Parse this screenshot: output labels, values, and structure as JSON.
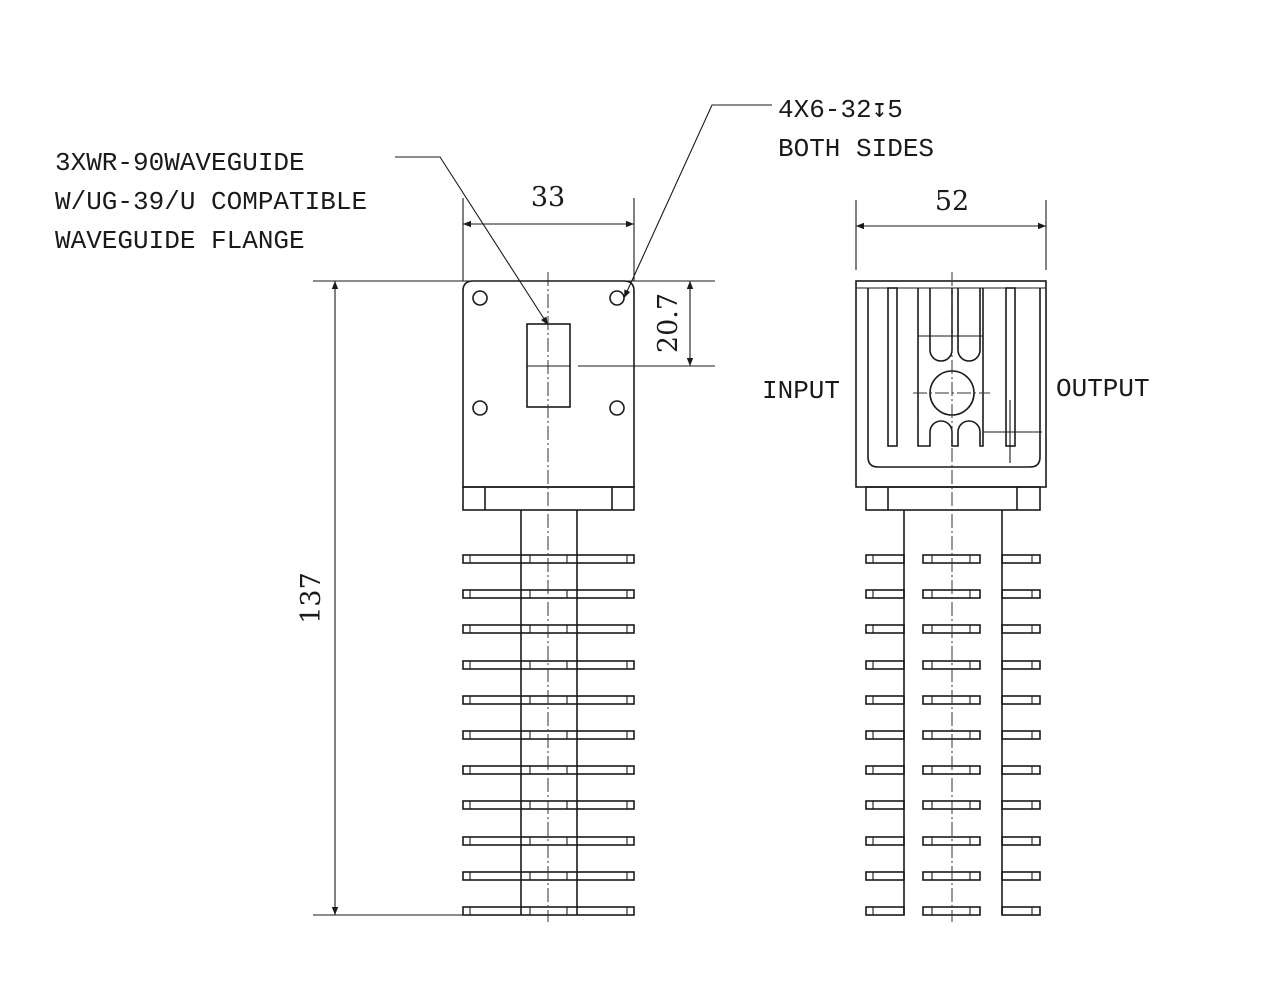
{
  "callouts": {
    "waveguide": [
      "3XWR-90WAVEGUIDE",
      "W/UG-39/U COMPATIBLE",
      "WAVEGUIDE FLANGE"
    ],
    "holes": [
      "4X6-32↧5",
      "BOTH SIDES"
    ]
  },
  "dimensions": {
    "front_width": "33",
    "flange_offset": "20.7",
    "overall_height": "137",
    "side_width": "52"
  },
  "ports": {
    "input": "INPUT",
    "output": "OUTPUT"
  },
  "fin_count": 11
}
